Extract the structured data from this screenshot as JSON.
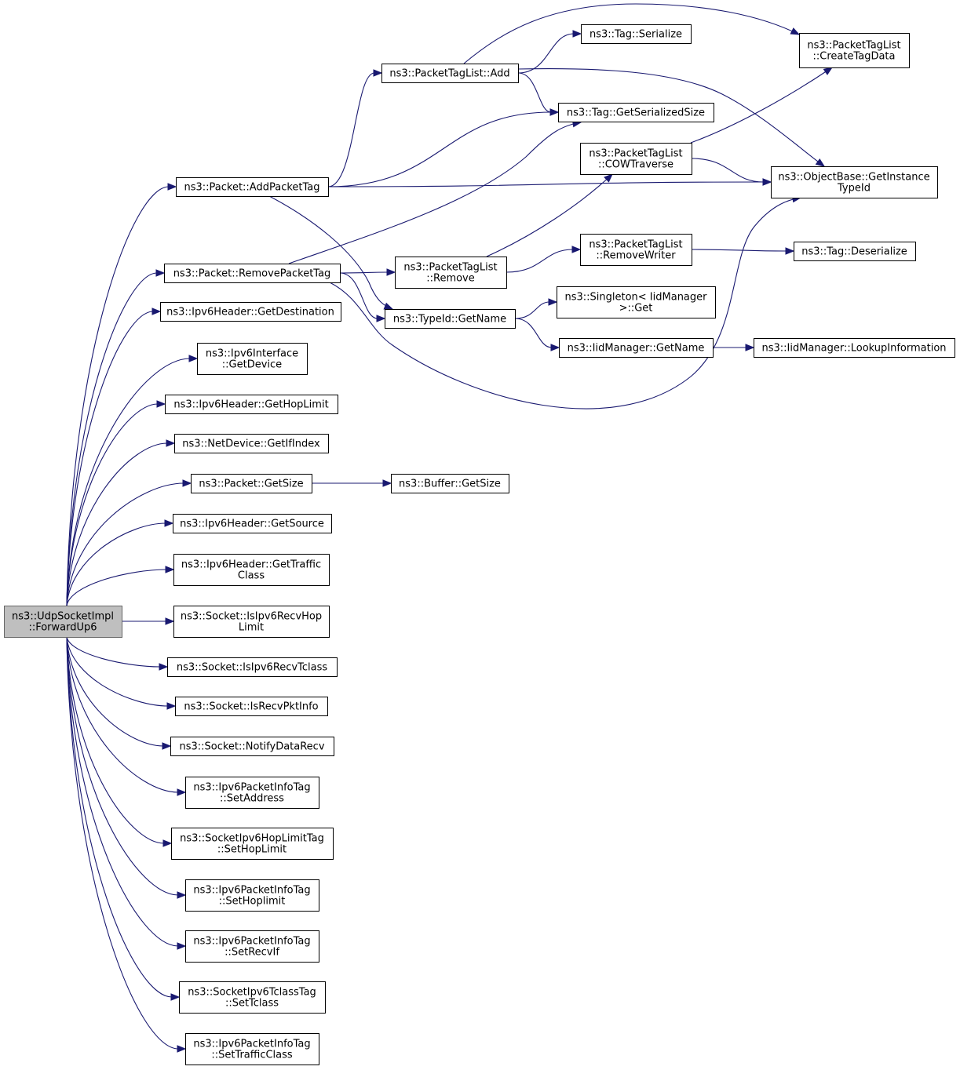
{
  "graph": {
    "edge_color": "#191970",
    "root_fill": "#bfbfbf",
    "node_fill": "#ffffff",
    "root": {
      "lines": [
        "ns3::UdpSocketImpl",
        "::ForwardUp6"
      ]
    },
    "nodes": [
      {
        "id": "add",
        "lines": [
          "ns3::PacketTagList::Add"
        ]
      },
      {
        "id": "tagser",
        "lines": [
          "ns3::Tag::Serialize"
        ]
      },
      {
        "id": "createtag",
        "lines": [
          "ns3::PacketTagList",
          "::CreateTagData"
        ]
      },
      {
        "id": "getsersize",
        "lines": [
          "ns3::Tag::GetSerializedSize"
        ]
      },
      {
        "id": "cow",
        "lines": [
          "ns3::PacketTagList",
          "::COWTraverse"
        ]
      },
      {
        "id": "objbase",
        "lines": [
          "ns3::ObjectBase::GetInstance",
          "TypeId"
        ]
      },
      {
        "id": "addtag",
        "lines": [
          "ns3::Packet::AddPacketTag"
        ]
      },
      {
        "id": "removewriter",
        "lines": [
          "ns3::PacketTagList",
          "::RemoveWriter"
        ]
      },
      {
        "id": "deser",
        "lines": [
          "ns3::Tag::Deserialize"
        ]
      },
      {
        "id": "removetag",
        "lines": [
          "ns3::Packet::RemovePacketTag"
        ]
      },
      {
        "id": "ptlremove",
        "lines": [
          "ns3::PacketTagList",
          "::Remove"
        ]
      },
      {
        "id": "singleton",
        "lines": [
          "ns3::Singleton< IidManager",
          ">::Get"
        ]
      },
      {
        "id": "getdest",
        "lines": [
          "ns3::Ipv6Header::GetDestination"
        ]
      },
      {
        "id": "typeidname",
        "lines": [
          "ns3::TypeId::GetName"
        ]
      },
      {
        "id": "iidname",
        "lines": [
          "ns3::IidManager::GetName"
        ]
      },
      {
        "id": "lookup",
        "lines": [
          "ns3::IidManager::LookupInformation"
        ]
      },
      {
        "id": "getdevice",
        "lines": [
          "ns3::Ipv6Interface",
          "::GetDevice"
        ]
      },
      {
        "id": "gethop",
        "lines": [
          "ns3::Ipv6Header::GetHopLimit"
        ]
      },
      {
        "id": "getifindex",
        "lines": [
          "ns3::NetDevice::GetIfIndex"
        ]
      },
      {
        "id": "getsize",
        "lines": [
          "ns3::Packet::GetSize"
        ]
      },
      {
        "id": "bufsize",
        "lines": [
          "ns3::Buffer::GetSize"
        ]
      },
      {
        "id": "getsource",
        "lines": [
          "ns3::Ipv6Header::GetSource"
        ]
      },
      {
        "id": "gettraffic",
        "lines": [
          "ns3::Ipv6Header::GetTraffic",
          "Class"
        ]
      },
      {
        "id": "isrecvhop",
        "lines": [
          "ns3::Socket::IsIpv6RecvHop",
          "Limit"
        ]
      },
      {
        "id": "isrecvtclass",
        "lines": [
          "ns3::Socket::IsIpv6RecvTclass"
        ]
      },
      {
        "id": "isrecvpkt",
        "lines": [
          "ns3::Socket::IsRecvPktInfo"
        ]
      },
      {
        "id": "notify",
        "lines": [
          "ns3::Socket::NotifyDataRecv"
        ]
      },
      {
        "id": "setaddress",
        "lines": [
          "ns3::Ipv6PacketInfoTag",
          "::SetAddress"
        ]
      },
      {
        "id": "sethoplimit",
        "lines": [
          "ns3::SocketIpv6HopLimitTag",
          "::SetHopLimit"
        ]
      },
      {
        "id": "sethoplimit2",
        "lines": [
          "ns3::Ipv6PacketInfoTag",
          "::SetHoplimit"
        ]
      },
      {
        "id": "setrecvif",
        "lines": [
          "ns3::Ipv6PacketInfoTag",
          "::SetRecvIf"
        ]
      },
      {
        "id": "settclass",
        "lines": [
          "ns3::SocketIpv6TclassTag",
          "::SetTclass"
        ]
      },
      {
        "id": "settraffic",
        "lines": [
          "ns3::Ipv6PacketInfoTag",
          "::SetTrafficClass"
        ]
      }
    ],
    "edges": [
      [
        "root",
        "addtag"
      ],
      [
        "root",
        "removetag"
      ],
      [
        "root",
        "getdest"
      ],
      [
        "root",
        "getdevice"
      ],
      [
        "root",
        "gethop"
      ],
      [
        "root",
        "getifindex"
      ],
      [
        "root",
        "getsize"
      ],
      [
        "root",
        "getsource"
      ],
      [
        "root",
        "gettraffic"
      ],
      [
        "root",
        "isrecvhop"
      ],
      [
        "root",
        "isrecvtclass"
      ],
      [
        "root",
        "isrecvpkt"
      ],
      [
        "root",
        "notify"
      ],
      [
        "root",
        "setaddress"
      ],
      [
        "root",
        "sethoplimit"
      ],
      [
        "root",
        "sethoplimit2"
      ],
      [
        "root",
        "setrecvif"
      ],
      [
        "root",
        "settclass"
      ],
      [
        "root",
        "settraffic"
      ],
      [
        "addtag",
        "add"
      ],
      [
        "addtag",
        "getsersize"
      ],
      [
        "addtag",
        "objbase"
      ],
      [
        "addtag",
        "typeidname"
      ],
      [
        "add",
        "tagser"
      ],
      [
        "add",
        "createtag"
      ],
      [
        "add",
        "getsersize"
      ],
      [
        "add",
        "objbase"
      ],
      [
        "cow",
        "createtag"
      ],
      [
        "cow",
        "objbase"
      ],
      [
        "removetag",
        "getsersize"
      ],
      [
        "removetag",
        "ptlremove"
      ],
      [
        "removetag",
        "typeidname"
      ],
      [
        "removetag",
        "objbase"
      ],
      [
        "ptlremove",
        "cow"
      ],
      [
        "ptlremove",
        "removewriter"
      ],
      [
        "removewriter",
        "deser"
      ],
      [
        "typeidname",
        "singleton"
      ],
      [
        "typeidname",
        "iidname"
      ],
      [
        "iidname",
        "lookup"
      ],
      [
        "getsize",
        "bufsize"
      ]
    ]
  }
}
